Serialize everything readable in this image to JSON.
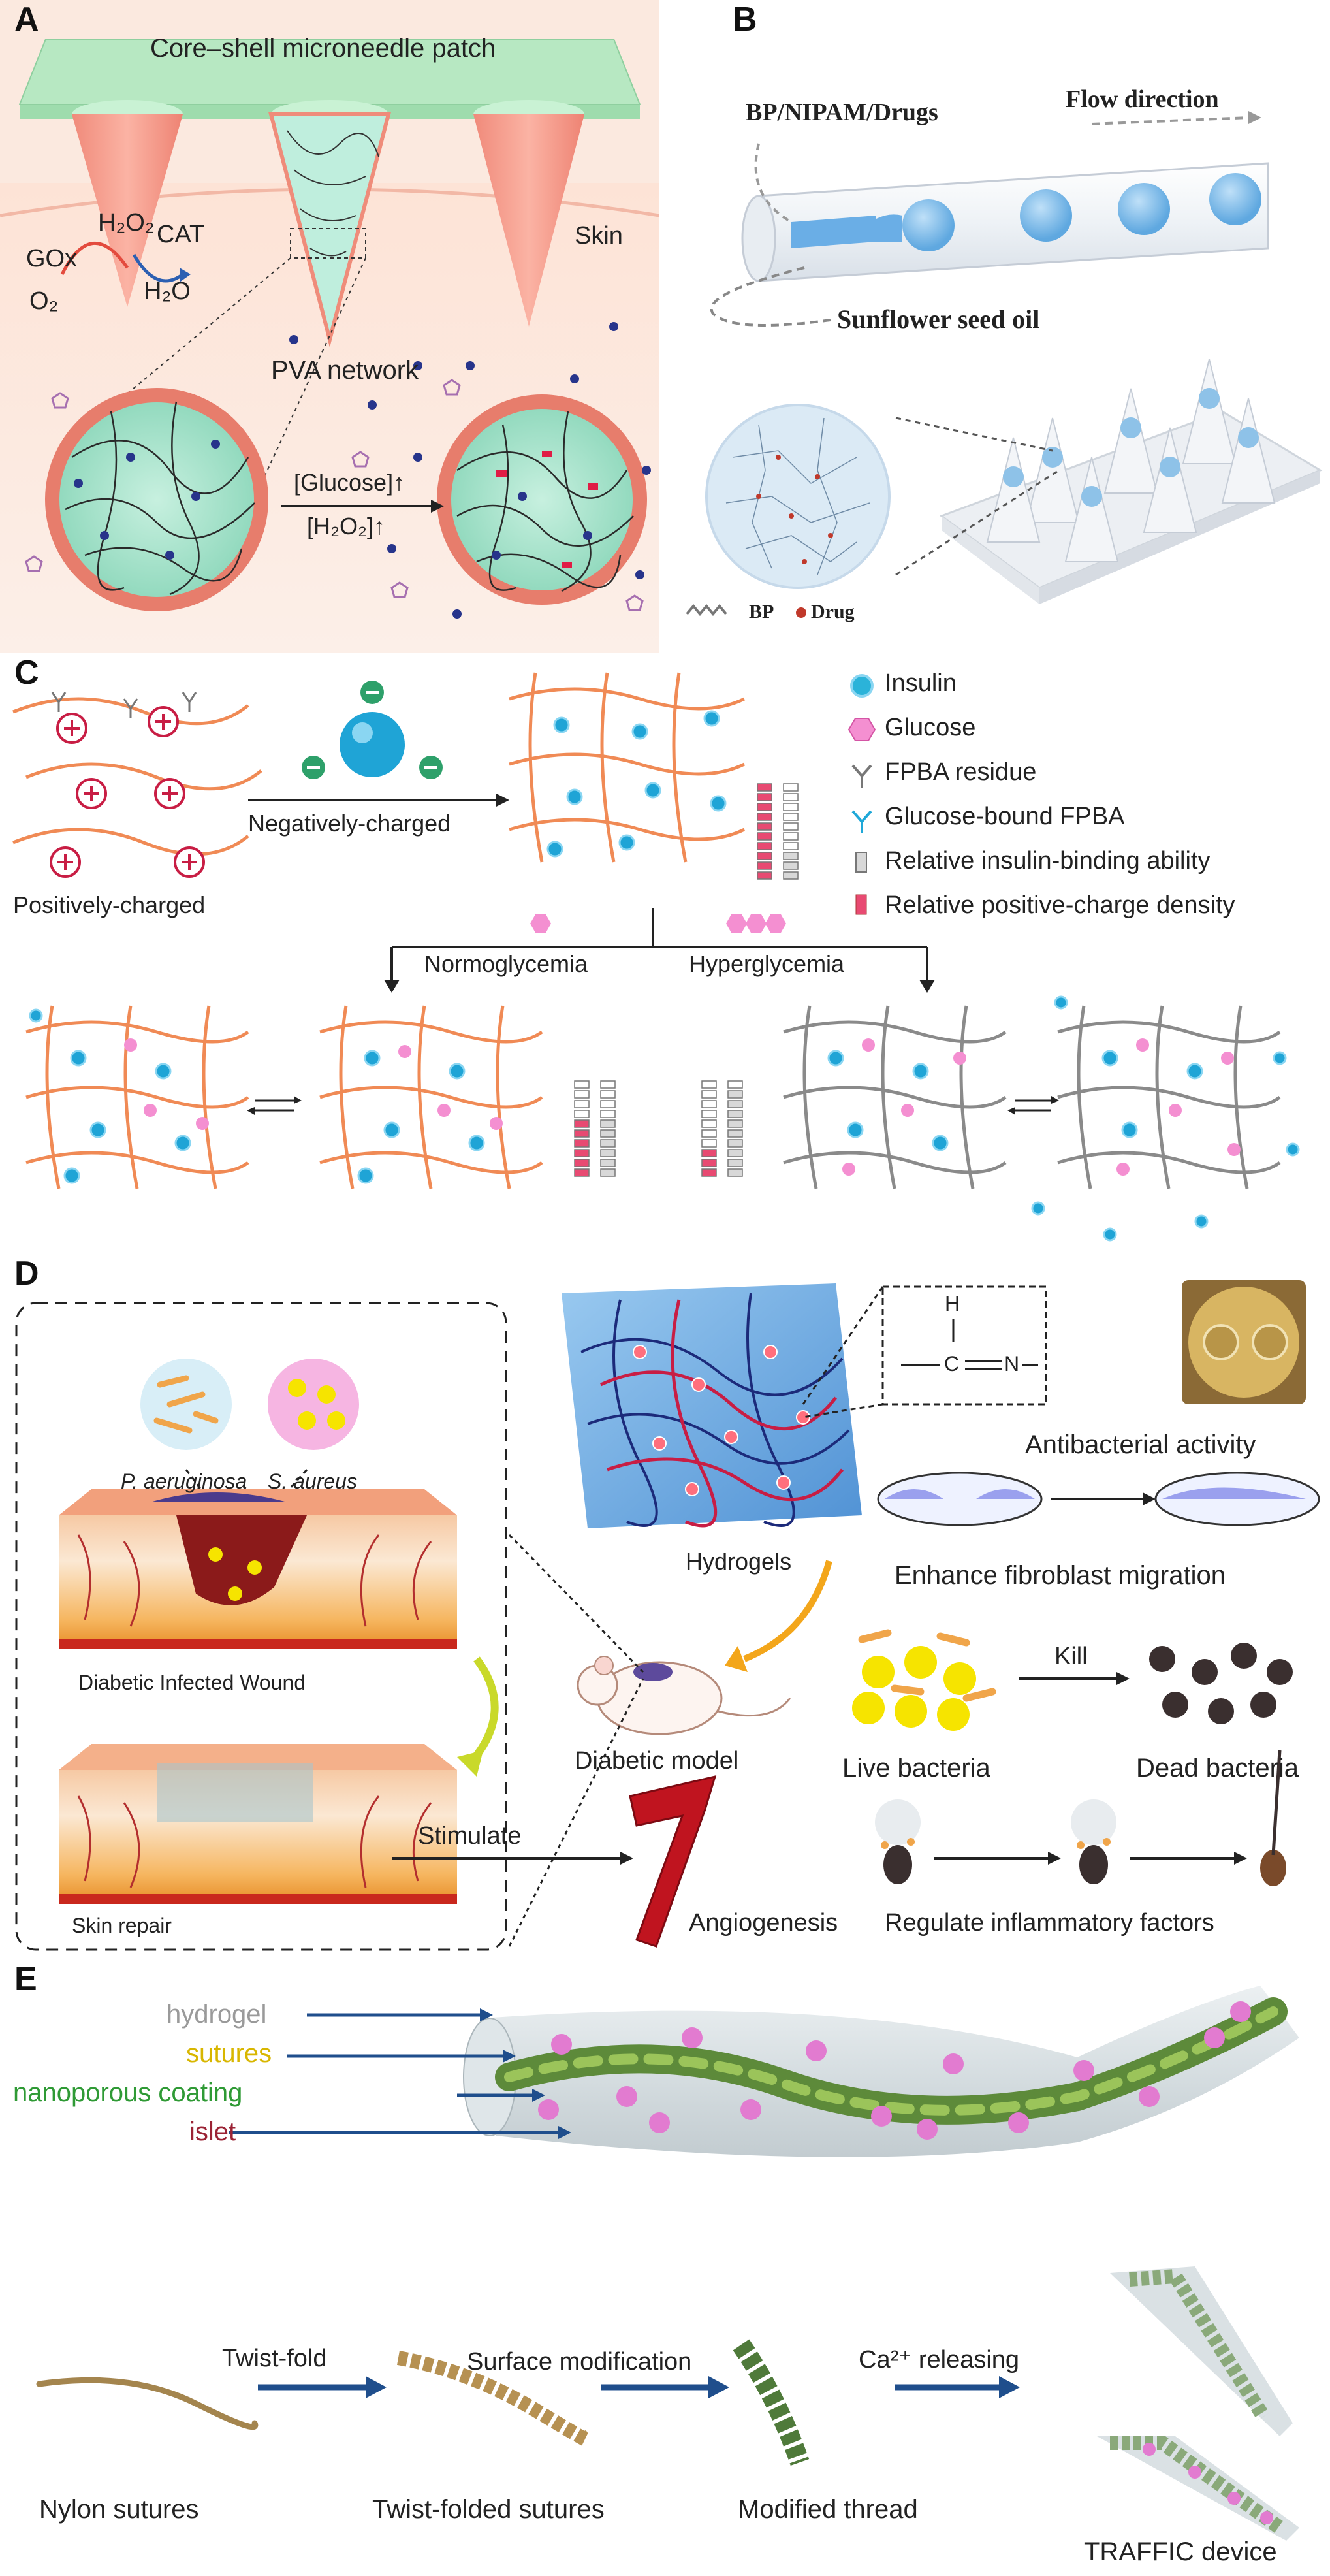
{
  "panels": {
    "A": {
      "label": "A",
      "patch_title": "Core–shell  microneedle patch",
      "skin": "Skin",
      "gox": "GOx",
      "h2o2": "H₂O₂",
      "cat": "CAT",
      "o2": "O₂",
      "h2o": "H₂O",
      "pva": "PVA network",
      "glucose_cond": "[Glucose]↑",
      "h2o2_cond": "[H₂O₂]↑"
    },
    "B": {
      "label": "B",
      "inputs": "BP/NIPAM/Drugs",
      "flow": "Flow direction",
      "oil": "Sunflower seed oil",
      "bp": "BP",
      "drug": "Drug"
    },
    "C": {
      "label": "C",
      "pos_charged": "Positively-charged",
      "neg_charged": "Negatively-charged",
      "normo": "Normoglycemia",
      "hyper": "Hyperglycemia",
      "legend": [
        {
          "label": "Insulin",
          "icon": "insulin-icon",
          "color": "#2bb3d9"
        },
        {
          "label": "Glucose",
          "icon": "glucose-icon",
          "color": "#f06cc0"
        },
        {
          "label": "FPBA residue",
          "icon": "fpba-icon",
          "color": "#777777"
        },
        {
          "label": "Glucose-bound FPBA",
          "icon": "fpba-bound-icon",
          "color": "#1fa8d8"
        },
        {
          "label": "Relative insulin-binding ability",
          "icon": "grey-bar-icon",
          "color": "#cccccc"
        },
        {
          "label": "Relative positive-charge density",
          "icon": "pink-bar-icon",
          "color": "#e84a72"
        }
      ]
    },
    "D": {
      "label": "D",
      "p_aeruginosa": "P. aeruginosa",
      "s_aureus": "S. aureus",
      "wound": "Diabetic Infected Wound",
      "repair": "Skin repair",
      "stimulate": "Stimulate",
      "hydrogels": "Hydrogels",
      "bond_h": "H",
      "bond_c": "C",
      "bond_n": "N",
      "antibacterial": "Antibacterial activity",
      "fibroblast": "Enhance fibroblast migration",
      "diabetic_model": "Diabetic  model",
      "kill": "Kill",
      "live": "Live bacteria",
      "dead": "Dead bacteria",
      "angiogenesis": "Angiogenesis",
      "inflammatory": "Regulate inflammatory factors"
    },
    "E": {
      "label": "E",
      "layers": [
        {
          "label": "hydrogel",
          "color": "#9a9a9a"
        },
        {
          "label": "sutures",
          "color": "#d8b600"
        },
        {
          "label": "nanoporous coating",
          "color": "#2f9a35"
        },
        {
          "label": "islet",
          "color": "#9b2335"
        }
      ],
      "steps": {
        "twist": "Twist-fold",
        "surface": "Surface modification",
        "ca": "Ca²⁺ releasing"
      },
      "stages": {
        "nylon": "Nylon sutures",
        "twisted": "Twist-folded sutures",
        "modified": "Modified thread",
        "device": "TRAFFIC device"
      }
    }
  }
}
